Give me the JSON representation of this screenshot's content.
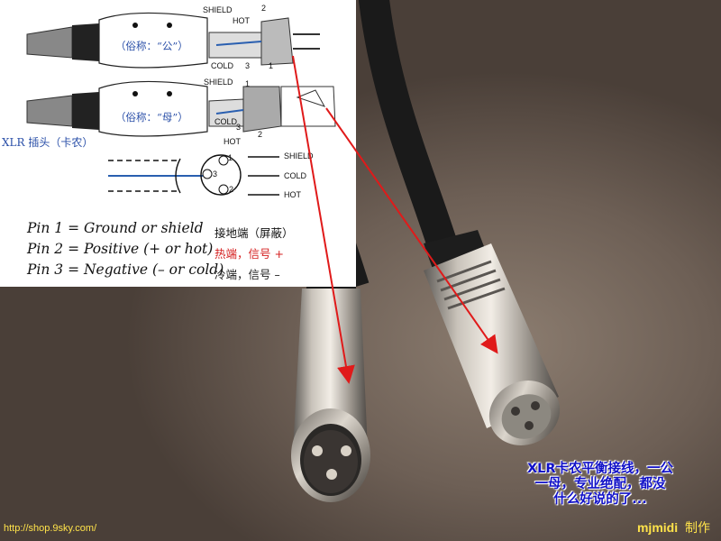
{
  "panel": {
    "male": {
      "shield": "SHIELD",
      "hot": "HOT",
      "pin2": "2",
      "cold": "COLD",
      "pin3": "3",
      "pin1": "1",
      "cn": "（俗称：“公”）"
    },
    "female": {
      "shield": "SHIELD",
      "pin1": "1",
      "cold": "COLD",
      "pin3": "3",
      "pin2": "2",
      "hot": "HOT",
      "cn": "（俗称：“母”）"
    },
    "caption": "XLR 插头（卡农）",
    "schematic": {
      "pin1": "1",
      "pin3": "3",
      "pin2": "2",
      "shield": "SHIELD",
      "cold": "COLD",
      "hot": "HOT"
    },
    "pins": [
      {
        "en": "Pin 1 = Ground or shield",
        "cn": "接地端（屏蔽）"
      },
      {
        "en": "Pin 2 = Positive (+ or hot)",
        "cn": "热端，信号 +"
      },
      {
        "en": "Pin 3 = Negative (– or cold)",
        "cn": "冷端，信号 –"
      }
    ]
  },
  "note": {
    "lines": [
      "XLR卡农平衡接线，一公",
      "一母，专业绝配，都没",
      "什么好说的了..."
    ]
  },
  "footer": {
    "url": "http://shop.9sky.com/",
    "author": "mjmidi",
    "made": "制作"
  },
  "colors": {
    "arrow": "#e01a1a",
    "note_text": "#1010c8",
    "watermark": "#ffe34a",
    "pin2_cn": "#d52020",
    "caption": "#2a4fa8"
  }
}
